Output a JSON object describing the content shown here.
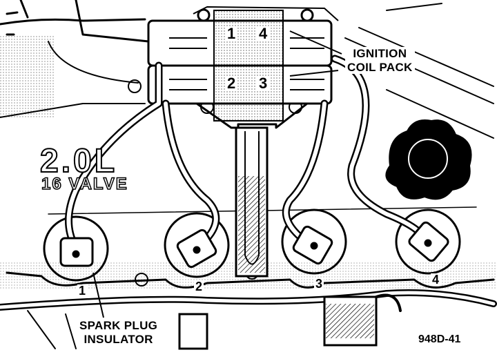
{
  "labels": {
    "ignition_coil_pack": [
      "IGNITION",
      "COIL PACK"
    ],
    "spark_plug_insulator": [
      "SPARK PLUG",
      "INSULATOR"
    ],
    "engine_marking": [
      "2.0L",
      "16 VALVE"
    ],
    "figure_id": "948D-41"
  },
  "coil_numbers": [
    "1",
    "4",
    "2",
    "3"
  ],
  "cylinder_numbers": [
    "1",
    "2",
    "3",
    "4"
  ],
  "colors": {
    "ink": "#000000",
    "paper": "#ffffff"
  }
}
